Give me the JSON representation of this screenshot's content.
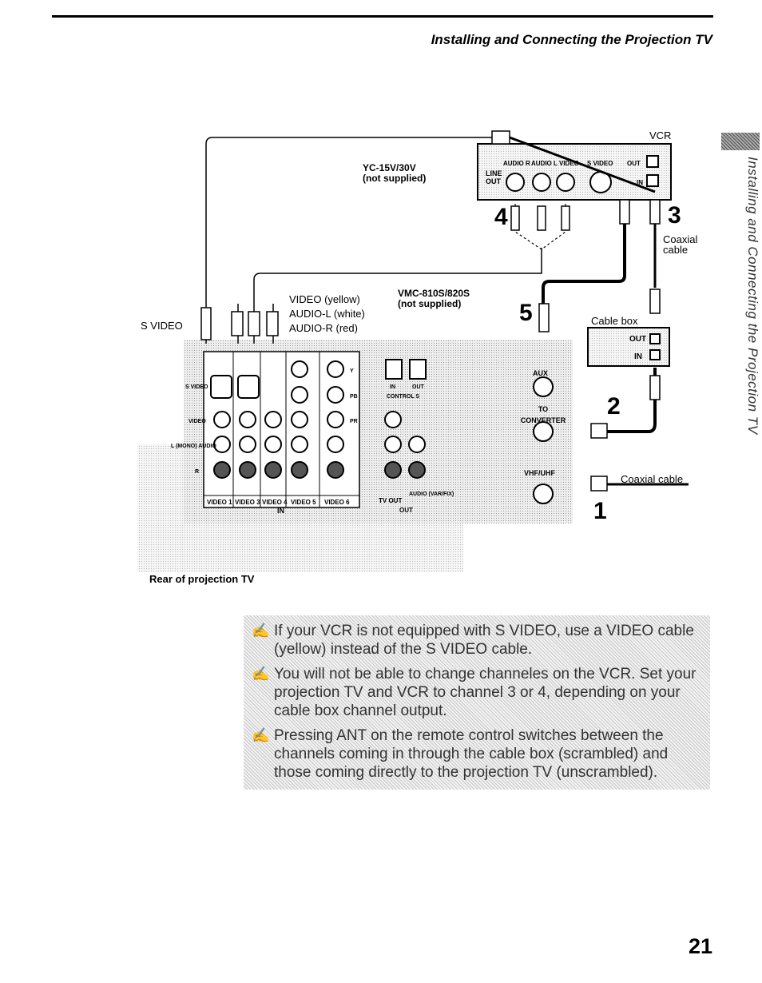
{
  "header": {
    "title": "Installing and Connecting the Projection TV"
  },
  "side_tab": {
    "text": "Installing and Connecting the Projection TV"
  },
  "diagram": {
    "vcr_label": "VCR",
    "cable1": {
      "model": "YC-15V/30V",
      "note": "(not supplied)"
    },
    "cable2": {
      "model": "VMC-810S/820S",
      "note": "(not supplied)"
    },
    "plug_labels": {
      "video": "VIDEO (yellow)",
      "audio_l": "AUDIO-L (white)",
      "audio_r": "AUDIO-R (red)"
    },
    "s_video": "S VIDEO",
    "coaxial_cable": "Coaxial",
    "coaxial_cable2": "cable",
    "coaxial_cable_long": "Coaxial cable",
    "cable_box": {
      "title": "Cable box",
      "out": "OUT",
      "in": "IN"
    },
    "vcr_panel": {
      "line_out1": "LINE",
      "line_out2": "OUT",
      "audio_r": "AUDIO R",
      "audio_l": "AUDIO L",
      "video": "VIDEO",
      "s_video": "S VIDEO",
      "out": "OUT",
      "in": "IN"
    },
    "tv_panel": {
      "inputs": [
        "VIDEO 1",
        "VIDEO 3",
        "VIDEO 4",
        "VIDEO 5",
        "VIDEO 6"
      ],
      "in_label": "IN",
      "tv_out": "TV OUT",
      "audio_var": "AUDIO (VAR/FIX)",
      "out_label": "OUT",
      "control_s": "CONTROL S",
      "control_in": "IN",
      "control_out": "OUT",
      "aux": "AUX",
      "to_converter": "TO CONVERTER",
      "vhf_uhf": "VHF/UHF",
      "row_labels": [
        "S VIDEO",
        "VIDEO",
        "L (MONO) AUDIO",
        "R"
      ],
      "component_labels": [
        "Y",
        "PB",
        "PR"
      ]
    },
    "steps": [
      "1",
      "2",
      "3",
      "4",
      "5"
    ],
    "rear_caption": "Rear of projection TV"
  },
  "notes": [
    {
      "icon": "pencil-icon",
      "text": "If your VCR is not equipped with S VIDEO, use a VIDEO cable (yellow) instead of the S VIDEO cable."
    },
    {
      "icon": "pencil-icon",
      "text": "You will not be able to change channeles on the VCR. Set your projection TV and VCR to channel 3 or 4, depending on your cable box channel output."
    },
    {
      "icon": "pencil-icon",
      "text": "Pressing ANT on the remote control switches between the channels coming in through the cable box (scrambled) and those coming directly to the projection TV (unscrambled)."
    }
  ],
  "page_number": "21"
}
